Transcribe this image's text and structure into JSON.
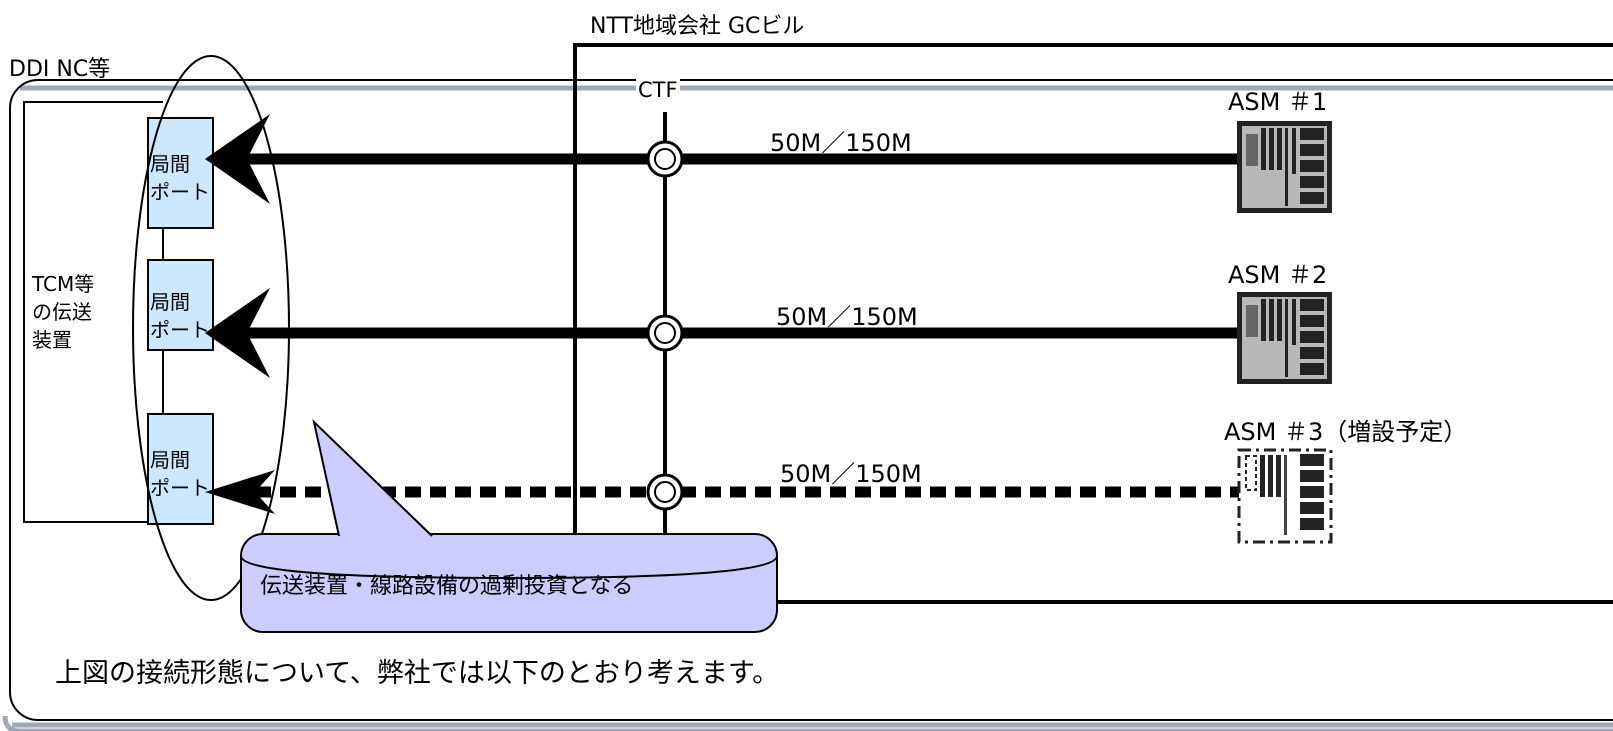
{
  "building_label": "NTT地域会社 GCビル",
  "left_site_label": "DDI NC等",
  "transmission_device": {
    "lines": [
      "TCM等",
      "の伝送",
      "装置"
    ]
  },
  "ports": [
    {
      "line1": "局間",
      "line2": "ポート"
    },
    {
      "line1": "局間",
      "line2": "ポート"
    },
    {
      "line1": "局間",
      "line2": "ポート"
    }
  ],
  "ctf_label": "CTF",
  "links": [
    {
      "asm": "ASM ＃1",
      "rate": "50M／150M",
      "style": "solid"
    },
    {
      "asm": "ASM ＃2",
      "rate": "50M／150M",
      "style": "solid"
    },
    {
      "asm": "ASM ＃3（増設予定）",
      "rate": "50M／150M",
      "style": "dashed"
    }
  ],
  "callout_text": "伝送装置・線路設備の過剰投資となる",
  "footer_text": "上図の接続形態について、弊社では以下のとおり考えます。",
  "colors": {
    "port_fill": "#cce8ff",
    "callout_fill": "#ccccff",
    "asm_fill": "#b8b8b8",
    "asm_dark": "#222222",
    "line": "#000000",
    "shadow": "#9fa8b6"
  }
}
